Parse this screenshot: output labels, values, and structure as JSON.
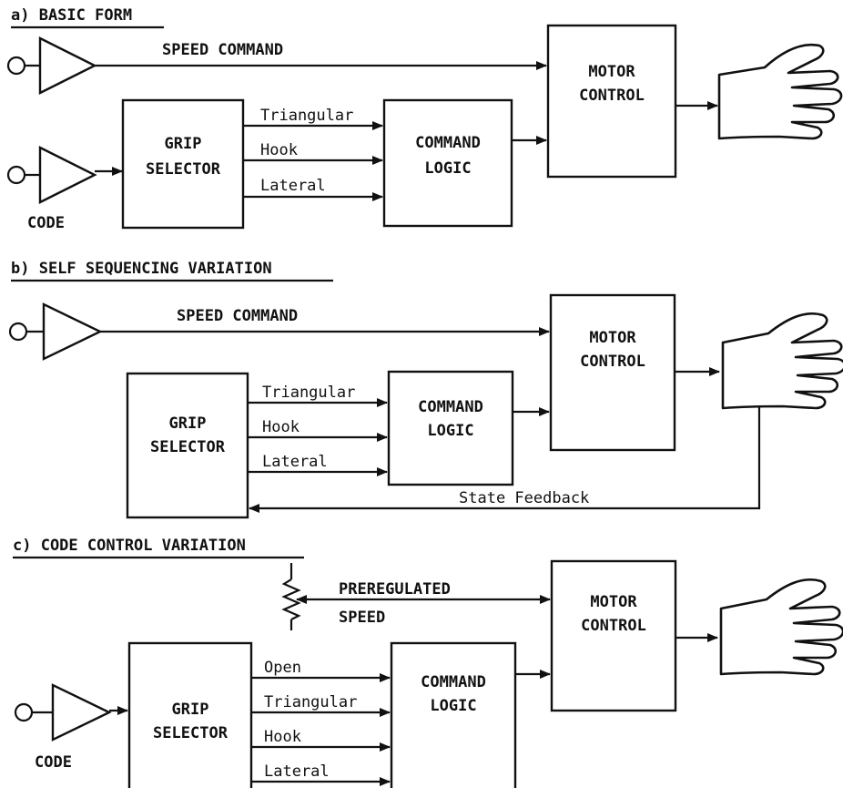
{
  "sections": {
    "a": {
      "title": "a) BASIC FORM"
    },
    "b": {
      "title": "b) SELF SEQUENCING VARIATION"
    },
    "c": {
      "title": "c) CODE CONTROL VARIATION"
    }
  },
  "labels": {
    "speed_command": "SPEED COMMAND",
    "motor": "MOTOR",
    "control": "CONTROL",
    "grip": "GRIP",
    "selector": "SELECTOR",
    "command": "COMMAND",
    "logic": "LOGIC",
    "code": "CODE",
    "triangular": "Triangular",
    "hook": "Hook",
    "lateral": "Lateral",
    "open": "Open",
    "state_feedback": "State Feedback",
    "preregulated": "PREREGULATED",
    "speed": "SPEED"
  }
}
